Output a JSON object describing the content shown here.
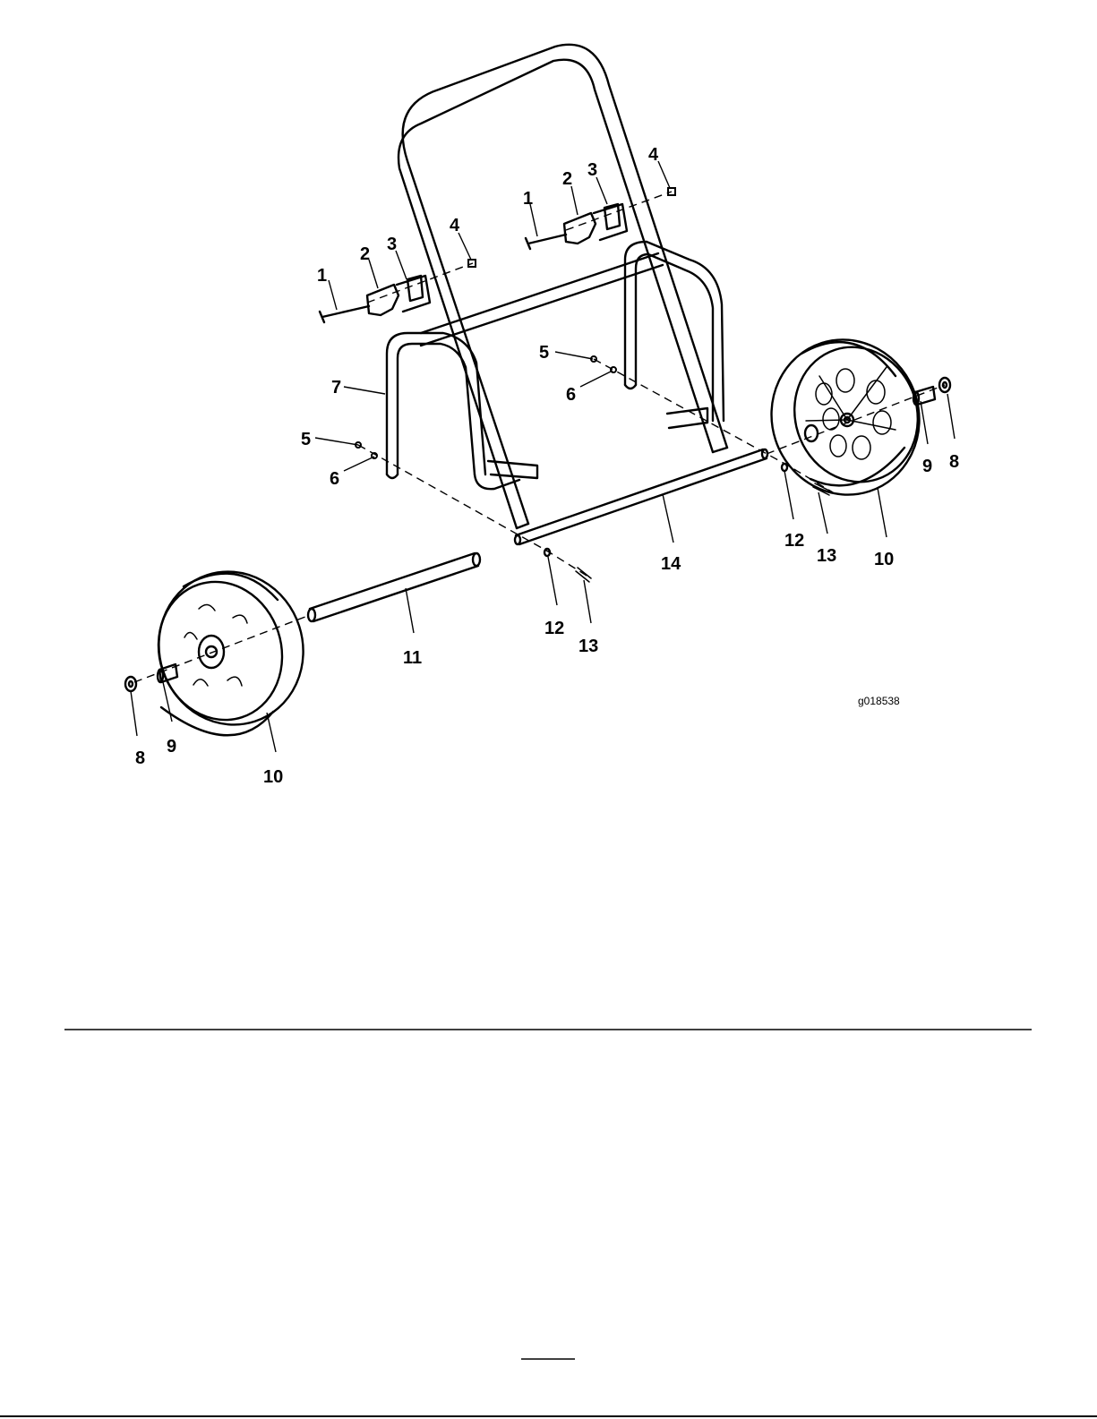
{
  "figure_id": "g018538",
  "callouts": {
    "c1a": "1",
    "c2a": "2",
    "c3a": "3",
    "c4a": "4",
    "c1b": "1",
    "c2b": "2",
    "c3b": "3",
    "c4b": "4",
    "c5a": "5",
    "c6a": "6",
    "c5b": "5",
    "c6b": "6",
    "c7": "7",
    "c8a": "8",
    "c9a": "9",
    "c10a": "10",
    "c8b": "8",
    "c9b": "9",
    "c10b": "10",
    "c11": "11",
    "c12a": "12",
    "c13a": "13",
    "c12b": "12",
    "c13b": "13",
    "c14": "14"
  }
}
